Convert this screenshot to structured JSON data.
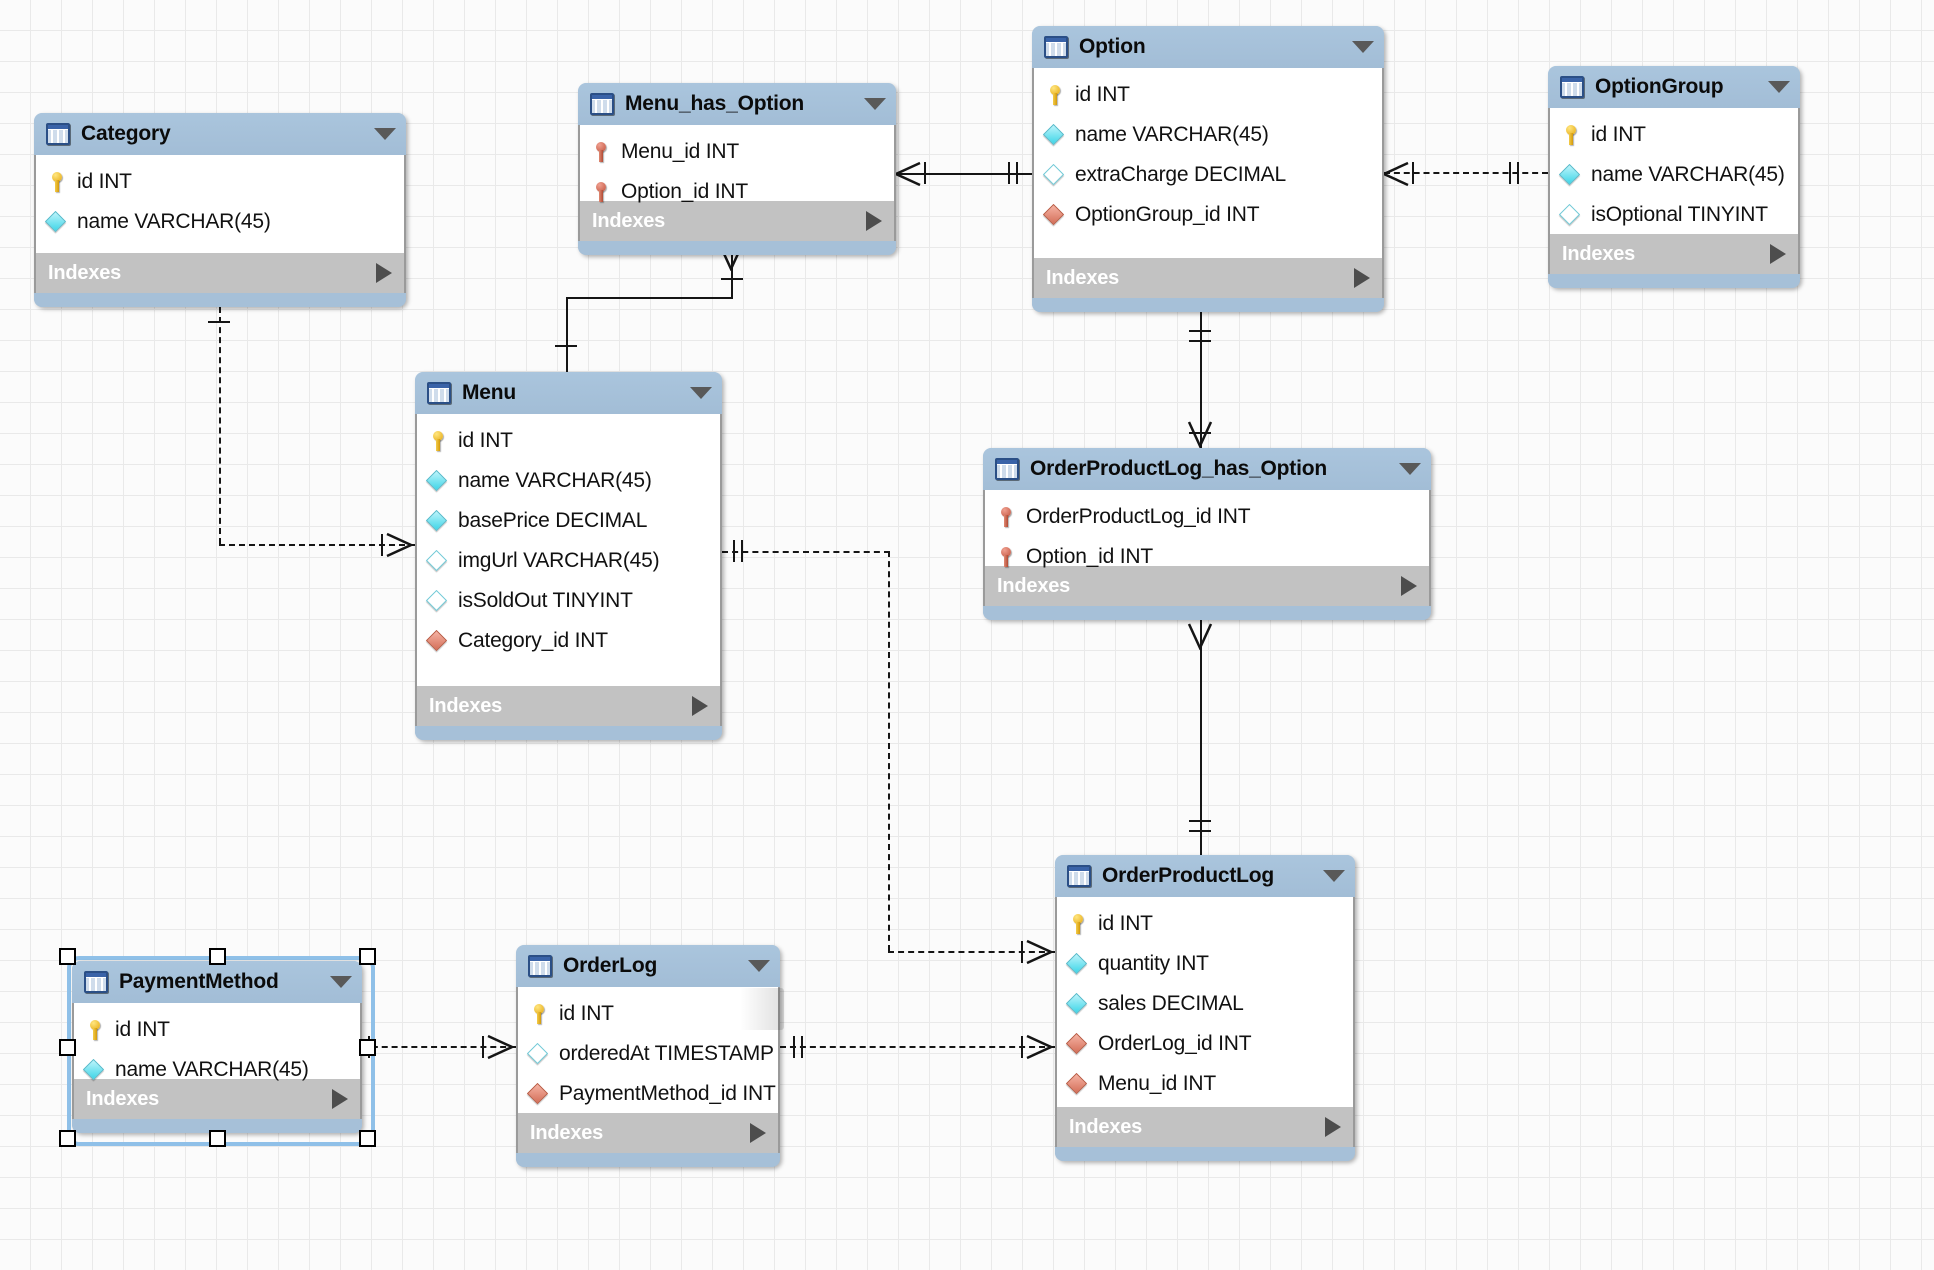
{
  "app": {
    "type": "eer-diagram",
    "canvas_background": "#fbfbfb",
    "grid_color": "#e9e9e9",
    "header_color": "#a6c0d8",
    "indexes_bar_color": "#c2c2c2",
    "selection_color": "#8fc0e8"
  },
  "labels": {
    "indexes": "Indexes"
  },
  "tables": [
    {
      "name": "Category",
      "selected": false,
      "columns": [
        {
          "label": "id INT",
          "icon": "pk-key-icon"
        },
        {
          "label": "name VARCHAR(45)",
          "icon": "column-diamond-cyan-icon"
        }
      ]
    },
    {
      "name": "Menu_has_Option",
      "selected": false,
      "columns": [
        {
          "label": "Menu_id INT",
          "icon": "pk-fk-key-icon"
        },
        {
          "label": "Option_id INT",
          "icon": "pk-fk-key-icon"
        }
      ]
    },
    {
      "name": "Option",
      "selected": false,
      "columns": [
        {
          "label": "id INT",
          "icon": "pk-key-icon"
        },
        {
          "label": "name VARCHAR(45)",
          "icon": "column-diamond-cyan-icon"
        },
        {
          "label": "extraCharge DECIMAL",
          "icon": "column-diamond-hollow-icon"
        },
        {
          "label": "OptionGroup_id INT",
          "icon": "fk-diamond-red-icon"
        }
      ]
    },
    {
      "name": "OptionGroup",
      "selected": false,
      "columns": [
        {
          "label": "id INT",
          "icon": "pk-key-icon"
        },
        {
          "label": "name VARCHAR(45)",
          "icon": "column-diamond-cyan-icon"
        },
        {
          "label": "isOptional TINYINT",
          "icon": "column-diamond-hollow-icon"
        }
      ]
    },
    {
      "name": "Menu",
      "selected": false,
      "columns": [
        {
          "label": "id INT",
          "icon": "pk-key-icon"
        },
        {
          "label": "name VARCHAR(45)",
          "icon": "column-diamond-cyan-icon"
        },
        {
          "label": "basePrice DECIMAL",
          "icon": "column-diamond-cyan-icon"
        },
        {
          "label": "imgUrl VARCHAR(45)",
          "icon": "column-diamond-hollow-icon"
        },
        {
          "label": "isSoldOut TINYINT",
          "icon": "column-diamond-hollow-icon"
        },
        {
          "label": "Category_id INT",
          "icon": "fk-diamond-red-icon"
        }
      ]
    },
    {
      "name": "OrderProductLog_has_Option",
      "selected": false,
      "columns": [
        {
          "label": "OrderProductLog_id INT",
          "icon": "pk-fk-key-icon"
        },
        {
          "label": "Option_id INT",
          "icon": "pk-fk-key-icon"
        }
      ]
    },
    {
      "name": "OrderProductLog",
      "selected": false,
      "columns": [
        {
          "label": "id INT",
          "icon": "pk-key-icon"
        },
        {
          "label": "quantity INT",
          "icon": "column-diamond-cyan-icon"
        },
        {
          "label": "sales DECIMAL",
          "icon": "column-diamond-cyan-icon"
        },
        {
          "label": "OrderLog_id INT",
          "icon": "fk-diamond-red-icon"
        },
        {
          "label": " Menu_id INT",
          "icon": "fk-diamond-red-icon"
        }
      ]
    },
    {
      "name": "PaymentMethod",
      "selected": true,
      "columns": [
        {
          "label": "id INT",
          "icon": "pk-key-icon"
        },
        {
          "label": "name VARCHAR(45)",
          "icon": "column-diamond-cyan-icon"
        }
      ]
    },
    {
      "name": "OrderLog",
      "selected": false,
      "columns": [
        {
          "label": "id INT",
          "icon": "pk-key-icon"
        },
        {
          "label": "orderedAt TIMESTAMP",
          "icon": "column-diamond-hollow-icon"
        },
        {
          "label": "PaymentMethod_id INT",
          "icon": "fk-diamond-red-icon"
        }
      ]
    }
  ],
  "relationships": [
    {
      "from": "Category",
      "to": "Menu",
      "style": "non-identifying-dashed",
      "cardinality": "one-to-many"
    },
    {
      "from": "Menu",
      "to": "Menu_has_Option",
      "style": "identifying-solid",
      "cardinality": "one-to-many"
    },
    {
      "from": "Option",
      "to": "Menu_has_Option",
      "style": "identifying-solid",
      "cardinality": "one-to-many"
    },
    {
      "from": "OptionGroup",
      "to": "Option",
      "style": "non-identifying-dashed",
      "cardinality": "one-to-many"
    },
    {
      "from": "Option",
      "to": "OrderProductLog_has_Option",
      "style": "identifying-solid",
      "cardinality": "one-to-many"
    },
    {
      "from": "OrderProductLog",
      "to": "OrderProductLog_has_Option",
      "style": "identifying-solid",
      "cardinality": "one-to-many"
    },
    {
      "from": "Menu",
      "to": "OrderProductLog",
      "style": "non-identifying-dashed",
      "cardinality": "one-to-many"
    },
    {
      "from": "PaymentMethod",
      "to": "OrderLog",
      "style": "non-identifying-dashed",
      "cardinality": "one-to-many"
    },
    {
      "from": "OrderLog",
      "to": "OrderProductLog",
      "style": "non-identifying-dashed",
      "cardinality": "one-to-many"
    }
  ]
}
